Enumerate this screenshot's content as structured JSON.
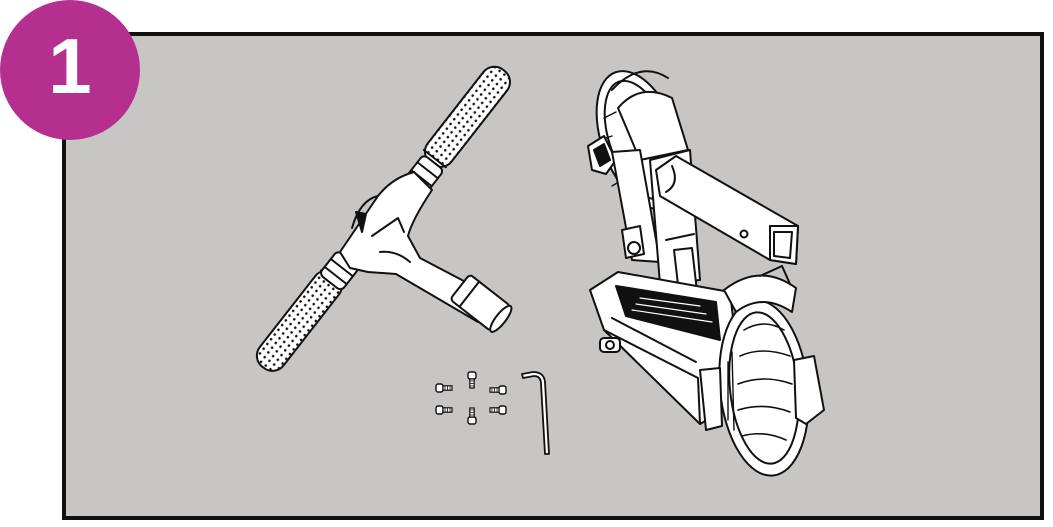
{
  "step": {
    "number": "1"
  },
  "colors": {
    "badge": "#b5308e",
    "panel_background": "#c8c6c5",
    "panel_border": "#111111",
    "line_art": "#111111",
    "part_fill": "#ffffff"
  },
  "parts": [
    {
      "name": "handlebar-assembly",
      "quantity": 1
    },
    {
      "name": "hex-screw",
      "quantity": 6
    },
    {
      "name": "allen-key",
      "quantity": 1
    },
    {
      "name": "folded-scooter-body",
      "quantity": 1
    }
  ]
}
